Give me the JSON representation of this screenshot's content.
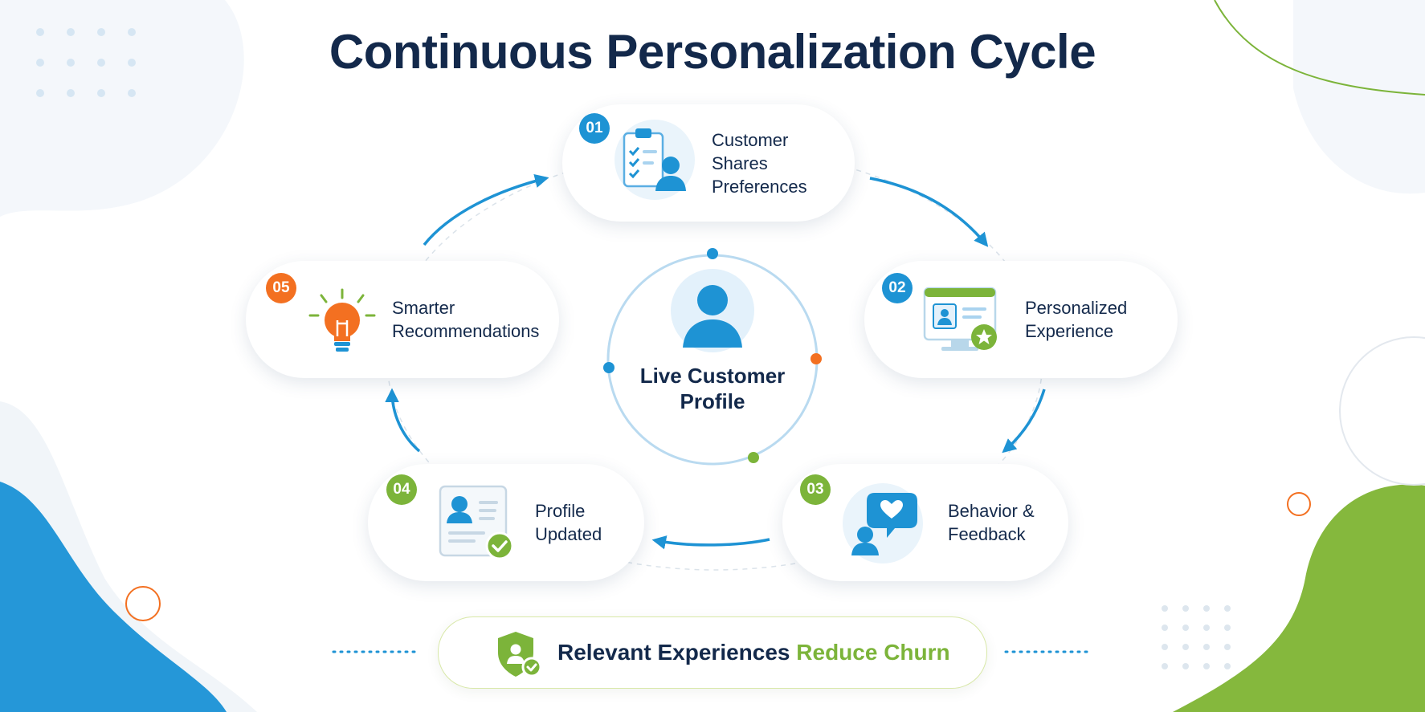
{
  "title": "Continuous Personalization Cycle",
  "center": {
    "label": "Live Customer Profile"
  },
  "steps": [
    {
      "number": "01",
      "label": "Customer Shares Preferences",
      "icon": "clipboard-user-icon",
      "badge_color": "#1e93d4"
    },
    {
      "number": "02",
      "label": "Personalized Experience",
      "icon": "monitor-profile-star-icon",
      "badge_color": "#1e93d4"
    },
    {
      "number": "03",
      "label": "Behavior & Feedback",
      "icon": "user-heart-chat-icon",
      "badge_color": "#7cb43a"
    },
    {
      "number": "04",
      "label": "Profile Updated",
      "icon": "profile-card-check-icon",
      "badge_color": "#7cb43a"
    },
    {
      "number": "05",
      "label": "Smarter Recommendations",
      "icon": "lightbulb-icon",
      "badge_color": "#f37021"
    }
  ],
  "banner": {
    "text_prefix": "Relevant Experiences ",
    "text_highlight": "Reduce Churn",
    "icon": "shield-user-check-icon"
  },
  "colors": {
    "navy": "#13294b",
    "blue": "#1e93d4",
    "green": "#7cb43a",
    "orange": "#f37021"
  }
}
